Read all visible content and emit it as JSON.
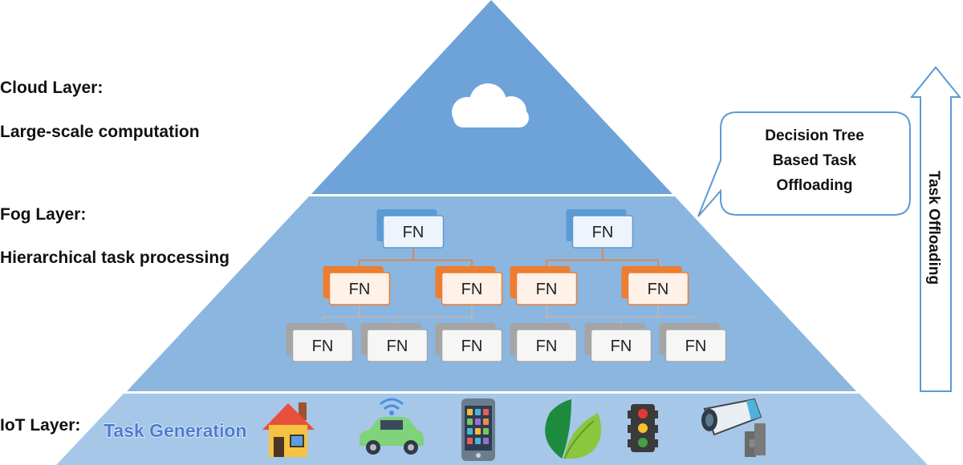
{
  "layers": {
    "cloud": {
      "title": "Cloud Layer:",
      "subtitle": "Large-scale computation"
    },
    "fog": {
      "title": "Fog Layer:",
      "subtitle": "Hierarchical task processing"
    },
    "iot": {
      "title": "IoT Layer:",
      "task_label": "Task Generation"
    }
  },
  "fog_node_label": "FN",
  "callout": {
    "lines": [
      "Decision Tree",
      "Based Task",
      "Offloading"
    ]
  },
  "side_arrow_label": "Task Offloading",
  "iot_devices": [
    "house-icon",
    "connected-car-icon",
    "smartphone-icon",
    "leaf-icon",
    "traffic-light-icon",
    "security-camera-icon"
  ],
  "colors": {
    "cloud_layer": "#6da3d9",
    "fog_layer": "#8ab6e0",
    "iot_layer": "#a6c7e8",
    "top_fn_accent": "#5b9bd5",
    "mid_fn_accent": "#ed7d31",
    "bottom_fn_accent": "#a5a5a5",
    "arrow": "#5b9bd5"
  }
}
